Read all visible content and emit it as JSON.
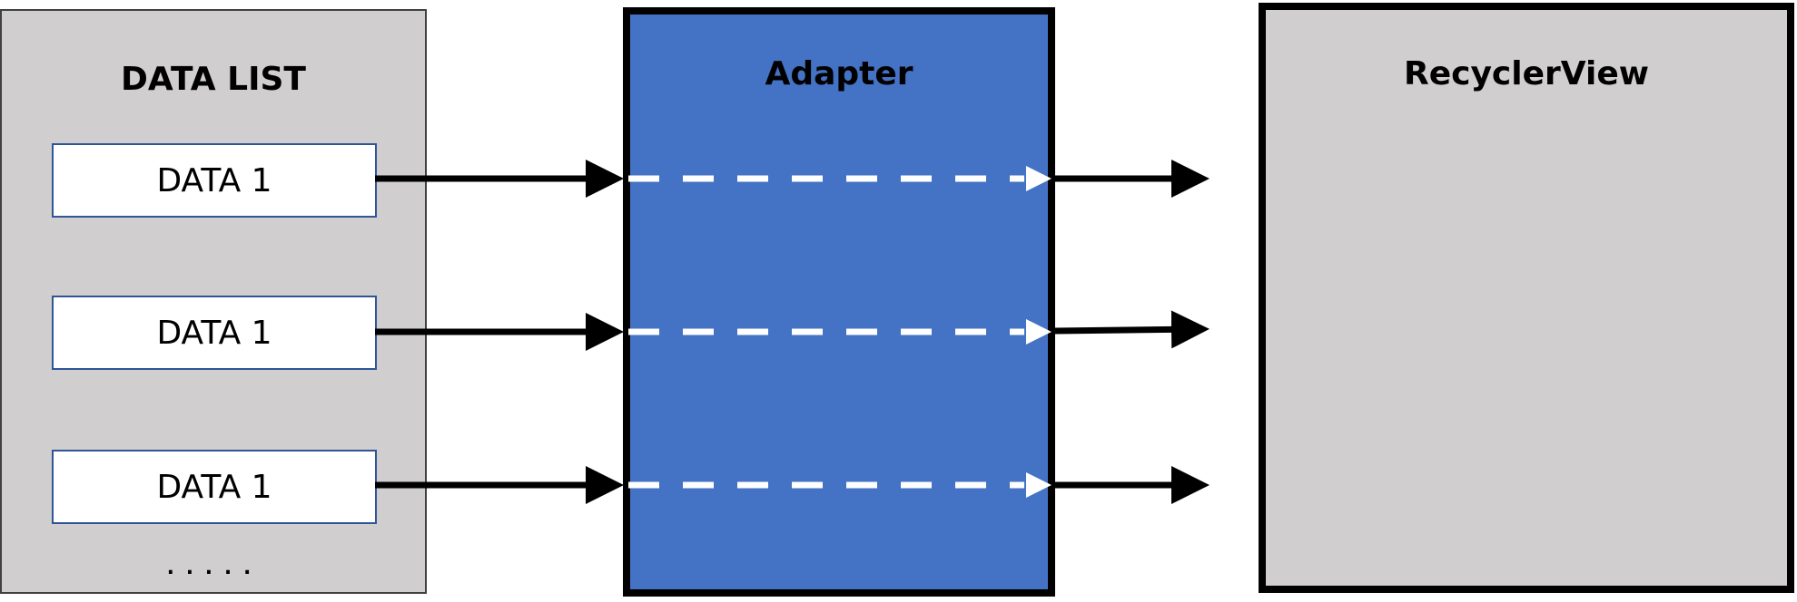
{
  "data_list": {
    "title": "DATA LIST",
    "items": [
      "DATA 1",
      "DATA 1",
      "DATA 1"
    ],
    "ellipsis": "....."
  },
  "adapter": {
    "title": "Adapter"
  },
  "recycler_view": {
    "title": "RecyclerView"
  },
  "colors": {
    "panel_gray": "#d0cece",
    "adapter_blue": "#4472c4",
    "item_border": "#2f5597",
    "arrow": "#000000",
    "dashed_arrow": "#ffffff"
  }
}
